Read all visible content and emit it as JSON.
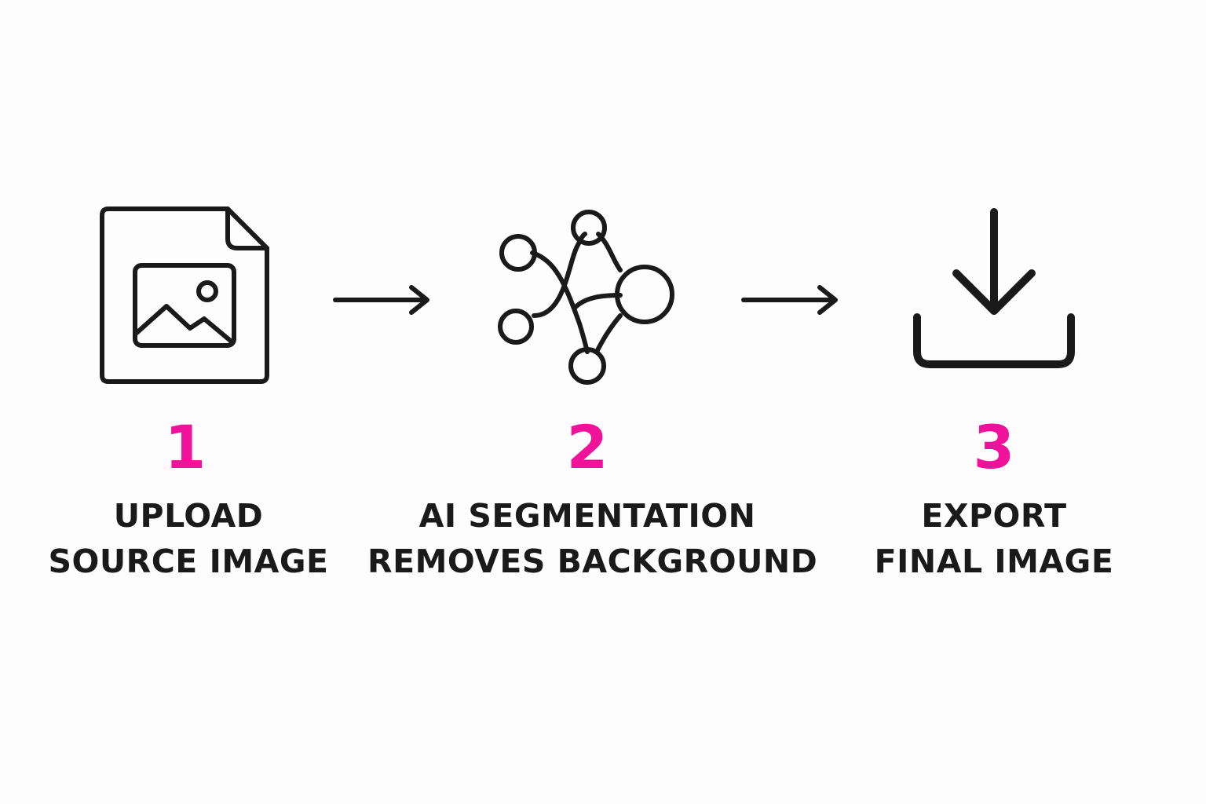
{
  "accent_color": "#f0129b",
  "ink_color": "#1a1a1a",
  "steps": [
    {
      "number": "1",
      "line1": "UPLOAD",
      "line2": "SOURCE IMAGE",
      "icon": "image-file-icon"
    },
    {
      "number": "2",
      "line1": "AI SEGMENTATION",
      "line2": "REMOVES BACKGROUND",
      "icon": "neural-network-icon"
    },
    {
      "number": "3",
      "line1": "EXPORT",
      "line2": "FINAL IMAGE",
      "icon": "download-icon"
    }
  ]
}
